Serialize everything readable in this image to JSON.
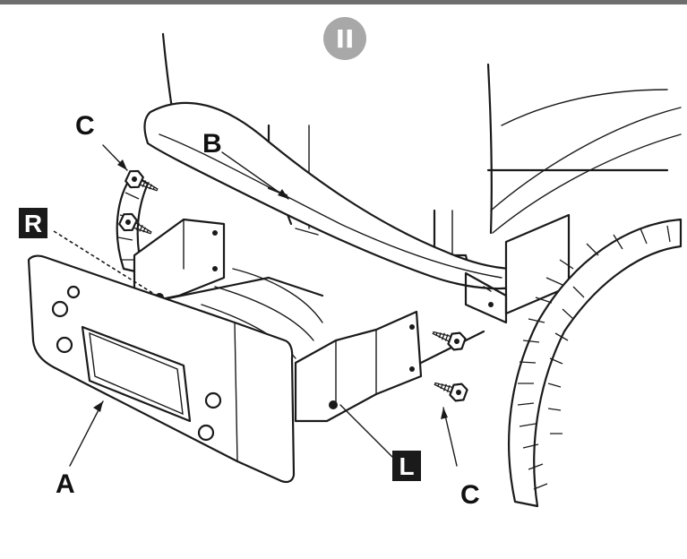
{
  "step_badge": "II",
  "labels": {
    "bumper": "A",
    "frame_edge": "B",
    "screw_top": "C",
    "screw_bottom": "C"
  },
  "side_tags": {
    "right": "R",
    "left": "L"
  },
  "colors": {
    "line": "#1a1a1a",
    "badge": "#a8a8a8",
    "tag": "#1a1a1a",
    "top_rule": "#6e6e6e"
  }
}
